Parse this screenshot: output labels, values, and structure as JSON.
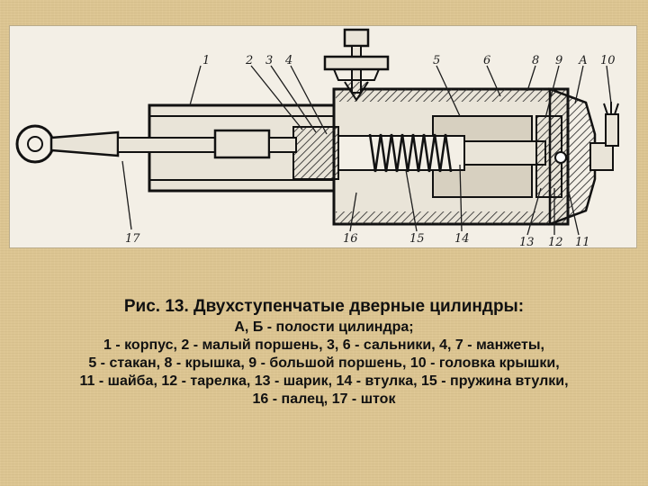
{
  "figure": {
    "callouts": {
      "n1": "1",
      "n2": "2",
      "n3": "3",
      "n4": "4",
      "n5": "5",
      "n6": "6",
      "n8": "8",
      "n9": "9",
      "nA": "А",
      "n10": "10",
      "n11": "11",
      "n12": "12",
      "n13": "13",
      "n14": "14",
      "n15": "15",
      "n16": "16",
      "n17": "17"
    }
  },
  "caption": {
    "title": "Рис. 13. Двухступенчатые дверные цилиндры:",
    "lines": [
      "А, Б - полости цилиндра;",
      "1 - корпус, 2 - малый поршень, 3, 6 - сальники, 4, 7 - манжеты,",
      "5 - стакан, 8 - крышка, 9 - большой поршень, 10 - головка крышки,",
      "11 - шайба, 12 - тарелка, 13 - шарик, 14 - втулка, 15 - пружина втулки,",
      "16 - палец, 17 - шток"
    ]
  }
}
